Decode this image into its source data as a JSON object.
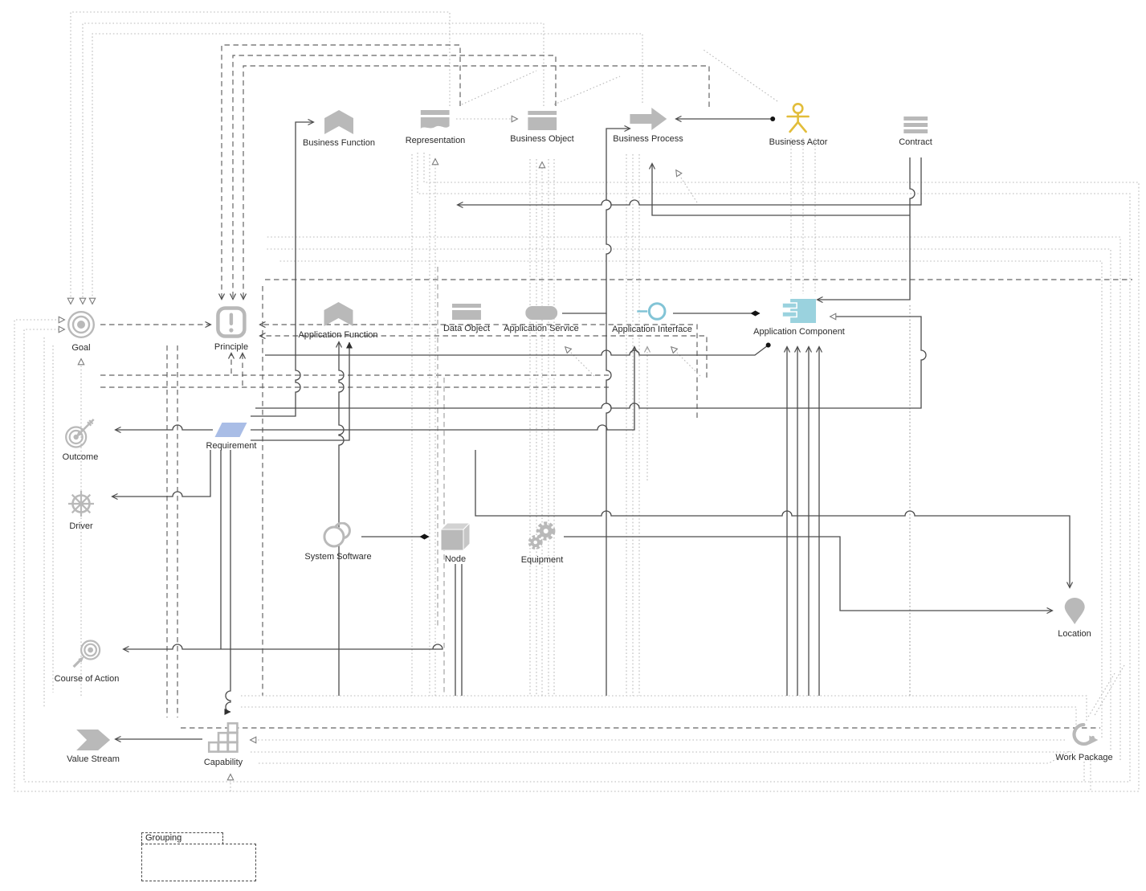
{
  "nodes": {
    "business_function": {
      "label": "Business Function",
      "icon": "chevron-banner"
    },
    "representation": {
      "label": "Representation",
      "icon": "document-wavy"
    },
    "business_object": {
      "label": "Business Object",
      "icon": "titled-rectangle"
    },
    "business_process": {
      "label": "Business Process",
      "icon": "fat-arrow-right"
    },
    "business_actor": {
      "label": "Business Actor",
      "icon": "stick-figure"
    },
    "contract": {
      "label": "Contract",
      "icon": "stacked-bars"
    },
    "goal": {
      "label": "Goal",
      "icon": "bullseye"
    },
    "principle": {
      "label": "Principle",
      "icon": "exclamation-box"
    },
    "application_function": {
      "label": "Application Function",
      "icon": "chevron-banner"
    },
    "data_object": {
      "label": "Data Object",
      "icon": "titled-rectangle"
    },
    "application_service": {
      "label": "Application Service",
      "icon": "rounded-pill"
    },
    "application_interface": {
      "label": "Application Interface",
      "icon": "lollipop"
    },
    "application_component": {
      "label": "Application Component",
      "icon": "uml-component"
    },
    "outcome": {
      "label": "Outcome",
      "icon": "target-arrow"
    },
    "requirement": {
      "label": "Requirement",
      "icon": "parallelogram"
    },
    "driver": {
      "label": "Driver",
      "icon": "ship-wheel"
    },
    "system_software": {
      "label": "System Software",
      "icon": "two-circles"
    },
    "node": {
      "label": "Node",
      "icon": "cube-3d"
    },
    "equipment": {
      "label": "Equipment",
      "icon": "gears"
    },
    "location": {
      "label": "Location",
      "icon": "map-pin"
    },
    "course_of_action": {
      "label": "Course of Action",
      "icon": "target-course-arrow"
    },
    "value_stream": {
      "label": "Value Stream",
      "icon": "chevron-arrow"
    },
    "capability": {
      "label": "Capability",
      "icon": "stair-squares"
    },
    "work_package": {
      "label": "Work Package",
      "icon": "loop-arrow"
    },
    "grouping": {
      "label": "Grouping",
      "icon": "dashed-folder"
    }
  },
  "colors": {
    "icon_gray": "#b9b9b9",
    "actor_yellow": "#e2bd3a",
    "app_component_blue": "#9ad2de",
    "app_interface_blue": "#82c4d6",
    "requirement_blue": "#a9bde6",
    "line_dark": "#4c4c4c",
    "line_light": "#b9b9b9"
  }
}
